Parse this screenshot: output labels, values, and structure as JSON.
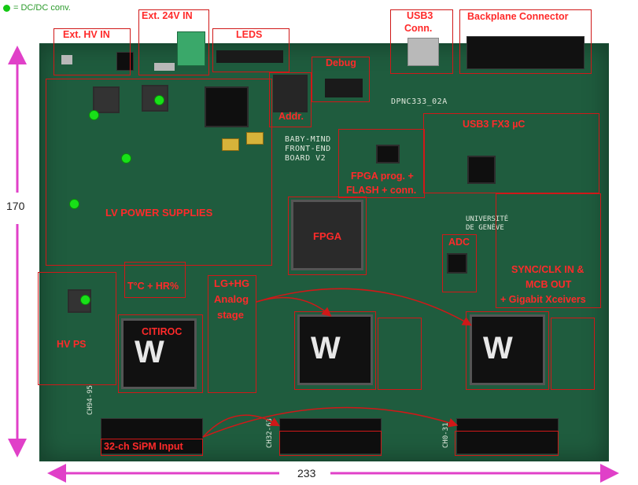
{
  "legend": {
    "text": "= DC/DC conv.",
    "dot_color": "#14c814"
  },
  "labels": {
    "ext_hv_in": "Ext. HV IN",
    "ext_24v_in": "Ext. 24V IN",
    "leds": "LEDS",
    "usb3_conn_line1": "USB3",
    "usb3_conn_line2": "Conn.",
    "backplane_connector": "Backplane Connector",
    "debug": "Debug",
    "addr": "Addr.",
    "usb3_fx3": "USB3 FX3 µC",
    "fpga_prog_line1": "FPGA prog. +",
    "fpga_prog_line2": "FLASH + conn.",
    "lv_power_supplies": "LV POWER SUPPLIES",
    "fpga": "FPGA",
    "adc": "ADC",
    "sync_clk_line1": "SYNC/CLK IN &",
    "sync_clk_line2": "MCB OUT",
    "sync_clk_line3": "+ Gigabit Xceivers",
    "tc_hr": "T°C + HR%",
    "lg_hg_line1": "LG+HG",
    "lg_hg_line2": "Analog",
    "lg_hg_line3": "stage",
    "citiroc": "CITIROC",
    "hv_ps": "HV PS",
    "sipm_input": "32-ch SiPM Input"
  },
  "silkscreen": {
    "board_id": "DPNC333_02A",
    "board_title_1": "BABY-MIND",
    "board_title_2": "FRONT-END",
    "board_title_3": "BOARD V2",
    "universite_1": "UNIVERSITÉ",
    "universite_2": "DE GENÈVE",
    "ch_left": "CH94-95",
    "ch_mid": "CH32-63",
    "ch_right": "CH0-31"
  },
  "dimensions": {
    "height": "170",
    "width": "233"
  },
  "colors": {
    "annotation_red": "#ff2a2a",
    "pcb_green": "#1f5c3e",
    "dimension_pink": "#e040c8"
  }
}
